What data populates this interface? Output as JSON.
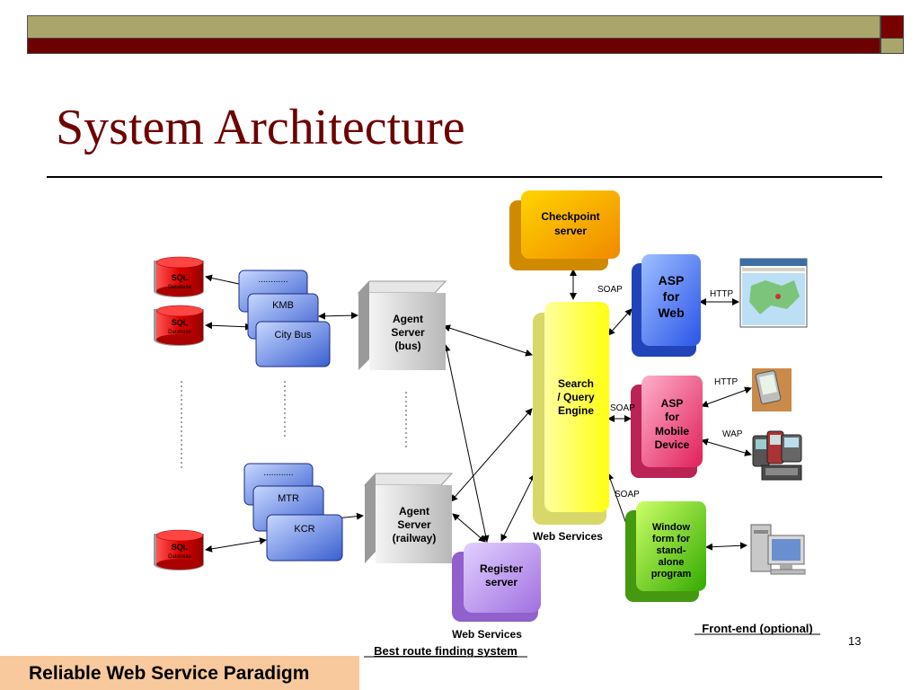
{
  "slide": {
    "title": "System Architecture",
    "footer": "Reliable Web Service Paradigm",
    "page_number": "13"
  },
  "diagram": {
    "databases": [
      {
        "label": "SQL",
        "sub": "Database"
      },
      {
        "label": "SQL",
        "sub": "Database"
      },
      {
        "label": "SQL",
        "sub": "Database"
      }
    ],
    "bus_operators": [
      "............",
      "KMB",
      "City Bus"
    ],
    "rail_operators": [
      "............",
      "MTR",
      "KCR"
    ],
    "agent_bus": [
      "Agent",
      "Server",
      "(bus)"
    ],
    "agent_rail": [
      "Agent",
      "Server",
      "(railway)"
    ],
    "checkpoint": [
      "Checkpoint",
      "server"
    ],
    "search_engine": [
      "Search",
      "/ Query",
      "Engine"
    ],
    "register": [
      "Register",
      "server"
    ],
    "asp_web": [
      "ASP",
      "for",
      "Web"
    ],
    "asp_mobile": [
      "ASP",
      "for",
      "Mobile",
      "Device"
    ],
    "window_form": [
      "Window",
      "form for",
      "stand-",
      "alone",
      "program"
    ],
    "protocols": {
      "soap_web": "SOAP",
      "soap_mobile": "SOAP",
      "soap_window": "SOAP",
      "http_web": "HTTP",
      "http_mobile": "HTTP",
      "wap": "WAP"
    },
    "labels": {
      "web_services_engine": "Web Services",
      "web_services_register": "Web Services",
      "best_route": "Best route finding system",
      "front_end": "Front-end (optional)"
    }
  },
  "colors": {
    "maroon": "#6d0000",
    "olive": "#aaa56b",
    "footer_bg": "#f7c99c",
    "db_red": "#dd1111",
    "operator_blue": "#4a6fd8",
    "agent_gray": "#cfcfcf",
    "checkpoint_orange": "#f2a000",
    "engine_yellow": "#ffff33",
    "register_purple": "#b48ee8",
    "asp_web_blue": "#3b6ff0",
    "asp_mobile_pink": "#f0407a",
    "window_green": "#66bb22"
  },
  "icons": [
    "browser-map-icon",
    "pda-icon",
    "mobile-phones-icon",
    "desktop-computer-icon"
  ]
}
